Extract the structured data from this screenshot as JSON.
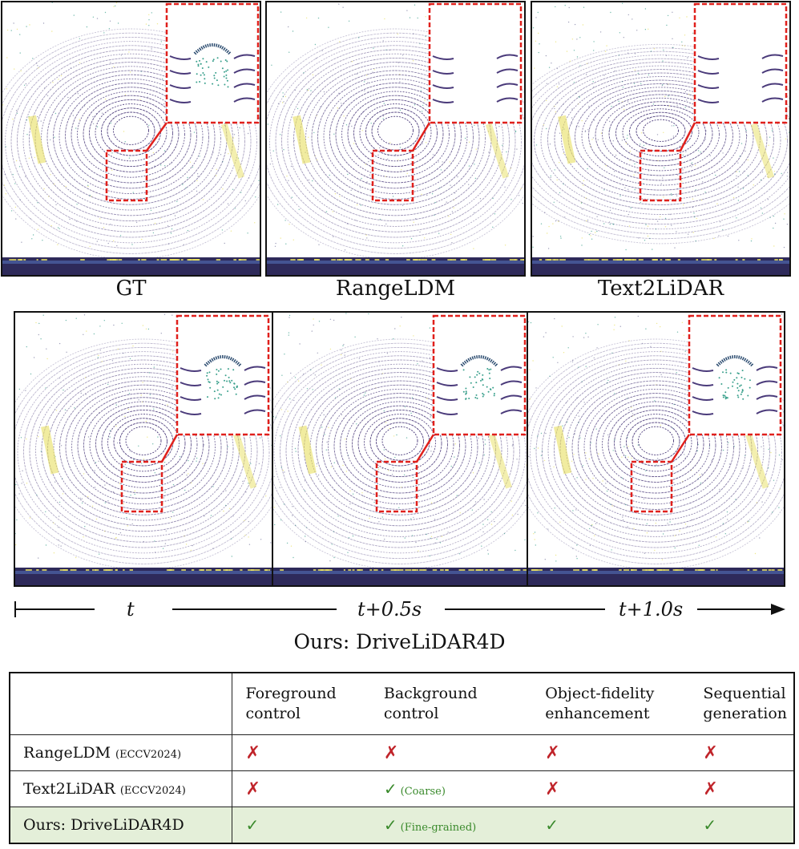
{
  "top_panels": [
    {
      "id": "gt",
      "caption": "GT"
    },
    {
      "id": "rangeldm",
      "caption": "RangeLDM"
    },
    {
      "id": "text2lidar",
      "caption": "Text2LiDAR"
    }
  ],
  "timeline": {
    "labels": [
      "t",
      "t+0.5s",
      "t+1.0s"
    ]
  },
  "bottom_caption": "Ours: DriveLiDAR4D",
  "table": {
    "headers": [
      "",
      "Foreground control",
      "Background control",
      "Object-fidelity enhancement",
      "Sequential generation"
    ],
    "rows": [
      {
        "method": "RangeLDM",
        "venue": "(ECCV2024)",
        "cells": [
          {
            "mark": "✗"
          },
          {
            "mark": "✗"
          },
          {
            "mark": "✗"
          },
          {
            "mark": "✗"
          }
        ]
      },
      {
        "method": "Text2LiDAR",
        "venue": "(ECCV2024)",
        "cells": [
          {
            "mark": "✗"
          },
          {
            "mark": "✓",
            "note": "(Coarse)"
          },
          {
            "mark": "✗"
          },
          {
            "mark": "✗"
          }
        ]
      },
      {
        "method": "Ours: DriveLiDAR4D",
        "venue": "",
        "cells": [
          {
            "mark": "✓"
          },
          {
            "mark": "✓",
            "note": "(Fine-grained)"
          },
          {
            "mark": "✓"
          },
          {
            "mark": "✓"
          }
        ]
      }
    ]
  },
  "colors": {
    "zoom_box": "#e0201c",
    "scan_purple": "#4a3a7a",
    "scan_teal": "#3aa08c",
    "scan_yellow": "#e8e060",
    "highlight_row": "#e4efd9",
    "cross": "#c0242a",
    "check": "#3a8a2c"
  }
}
